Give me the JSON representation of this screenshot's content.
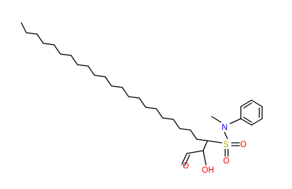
{
  "molecule": {
    "atoms": {
      "sulfur": "S",
      "oxygen_right": "O",
      "oxygen_bottom": "O",
      "nitrogen": "N",
      "carboxyl_oxygen": "O",
      "hydroxyl": "OH"
    },
    "colors": {
      "bond": "#000000",
      "sulfur": "#b8a000",
      "oxygen": "#ff0000",
      "nitrogen": "#0000ff"
    }
  }
}
